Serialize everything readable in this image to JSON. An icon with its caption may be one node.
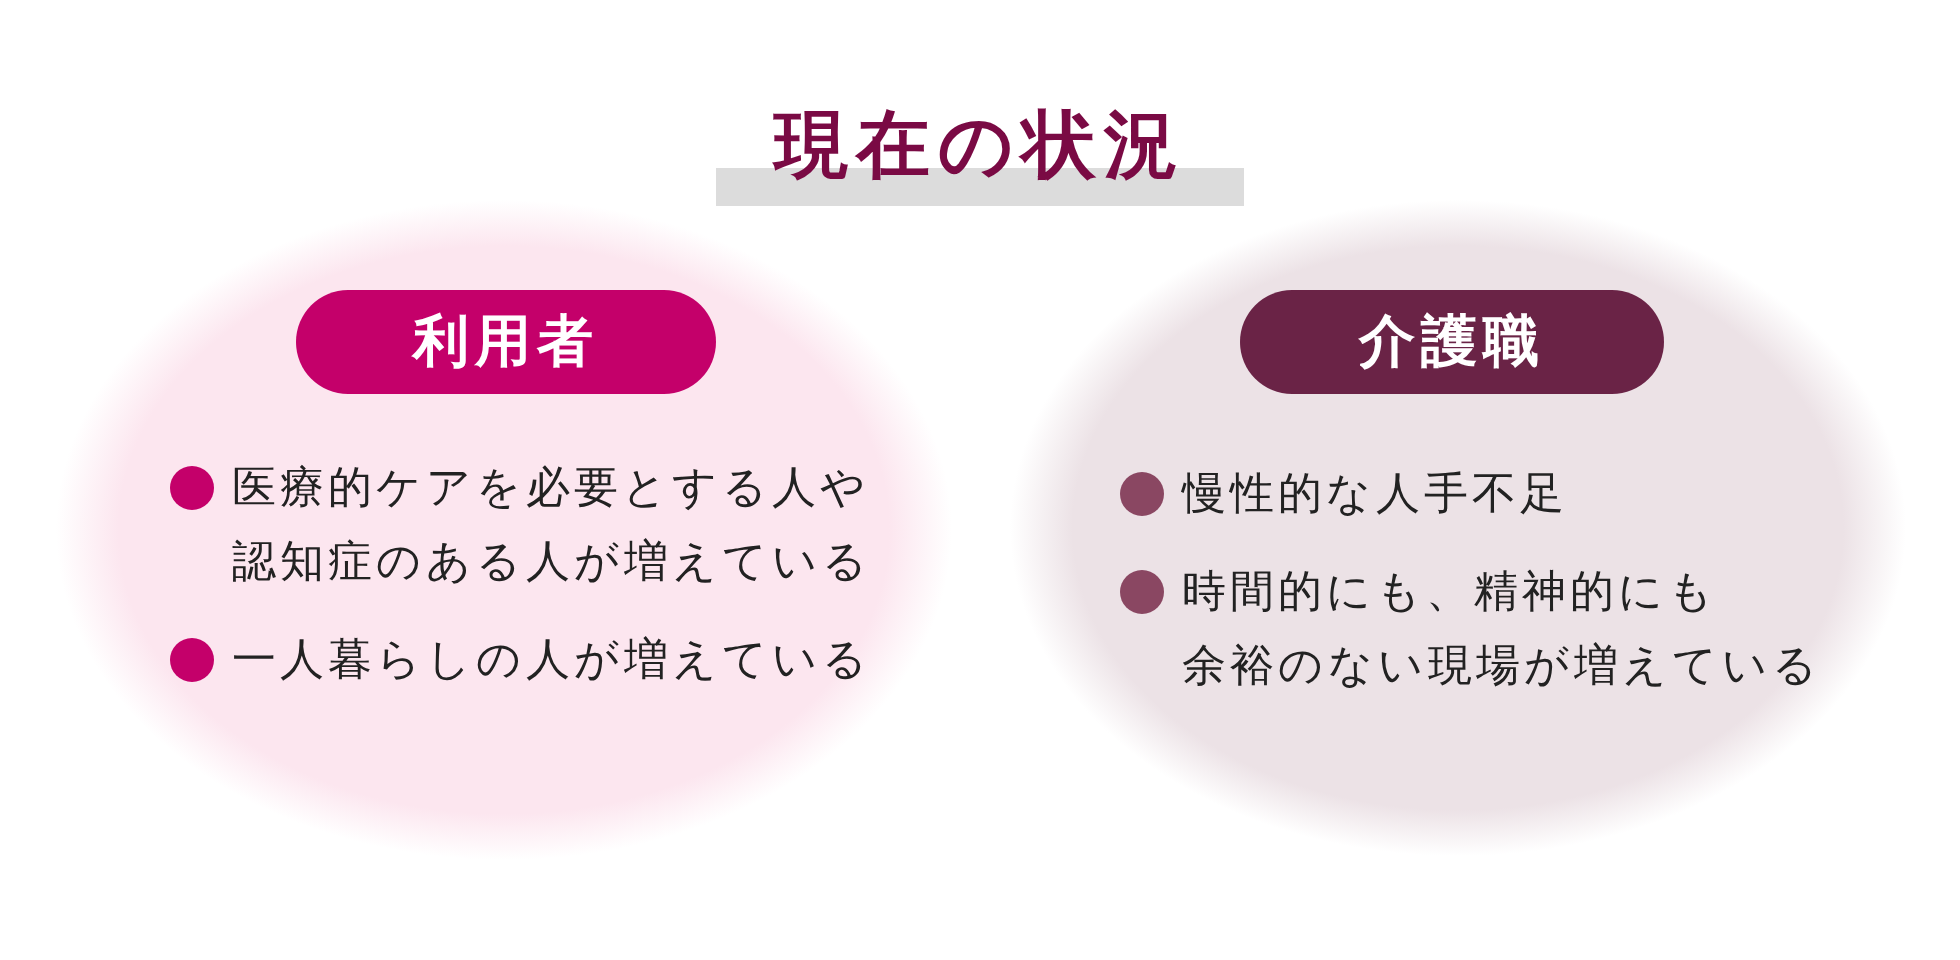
{
  "diagram": {
    "title": "現在の状況",
    "nodes": [
      {
        "text": [
          "医療的ケアを必要とする人や認知症のある人が増えている",
          "一人暮らしの人が増えている"
        ]
      },
      {
        "text": [
          "利用者"
        ],
        "in": 0
      },
      {
        "text": [
          "慢性的な人手不足",
          "時間的にも、精神的にも余裕のない現場が増えている"
        ]
      },
      {
        "text": [
          "介護職"
        ],
        "in": 2
      }
    ]
  }
}
